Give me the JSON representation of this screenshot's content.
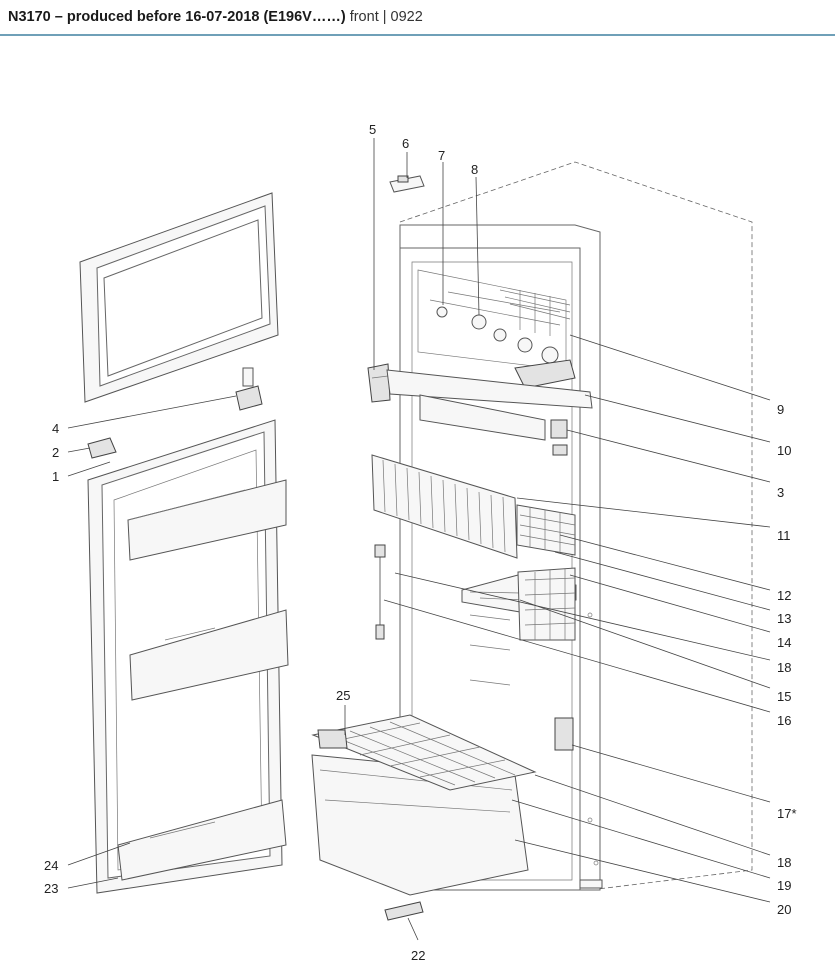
{
  "header": {
    "title": "N3170 – produced before 16-07-2018 (E196V……)",
    "meta": "front | 0922"
  },
  "callouts": {
    "c1": "1",
    "c2": "2",
    "c3": "3",
    "c4": "4",
    "c5": "5",
    "c6": "6",
    "c7": "7",
    "c8": "8",
    "c9": "9",
    "c10": "10",
    "c11": "11",
    "c12": "12",
    "c13": "13",
    "c14": "14",
    "c15": "15",
    "c16": "16",
    "c17": "17*",
    "c18a": "18",
    "c18b": "18",
    "c19": "19",
    "c20": "20",
    "c22": "22",
    "c23": "23",
    "c24": "24",
    "c25": "25"
  },
  "colors": {
    "header_rule": "#6fa0b8",
    "line": "#444444"
  }
}
